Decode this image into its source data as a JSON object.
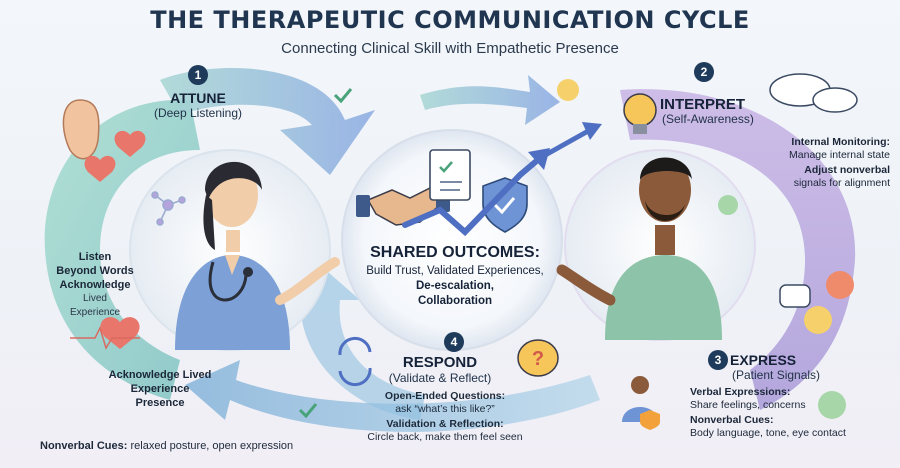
{
  "header": {
    "title": "THE THERAPEUTIC COMMUNICATION CYCLE",
    "subtitle": "Connecting Clinical Skill with Empathetic Presence"
  },
  "stages": {
    "attune": {
      "number": "1",
      "title": "ATTUNE",
      "subtitle": "(Deep Listening)",
      "notes_top": [
        "Listen",
        "Beyond Words",
        "Acknowledge",
        "Lived",
        "Experience"
      ],
      "notes_bottom": [
        "Acknowledge Lived",
        "Experience",
        "Presence"
      ],
      "nonverbal_label": "Nonverbal Cues:",
      "nonverbal_text": "relaxed posture, open expression"
    },
    "interpret": {
      "number": "2",
      "title": "INTERPRET",
      "subtitle": "(Self-Awareness)",
      "monitoring_label": "Internal Monitoring:",
      "monitoring_text": "Manage internal state",
      "adjust_label": "Adjust nonverbal",
      "adjust_text": "signals for alignment"
    },
    "express": {
      "number": "3",
      "title": "EXPRESS",
      "subtitle": "(Patient Signals)",
      "verbal_label": "Verbal Expressions:",
      "verbal_text": "Share feelings, concerns",
      "nonverbal_label": "Nonverbal Cues:",
      "nonverbal_text": "Body language, tone, eye contact"
    },
    "respond": {
      "number": "4",
      "title": "RESPOND",
      "subtitle": "(Validate & Reflect)",
      "questions_label": "Open-Ended Questions:",
      "questions_text": "ask “what’s this like?”",
      "validation_label": "Validation & Reflection:",
      "validation_text": "Circle back, make them feel seen"
    }
  },
  "center": {
    "title": "SHARED OUTCOMES:",
    "lines": [
      "Build Trust, Validated Experiences,",
      "De-escalation,",
      "Collaboration"
    ]
  },
  "colors": {
    "teal": "#8fd0c8",
    "blue": "#8fb4e0",
    "purple": "#b6a6dc",
    "navy": "#1f3b5c",
    "heart": "#e8766a"
  }
}
